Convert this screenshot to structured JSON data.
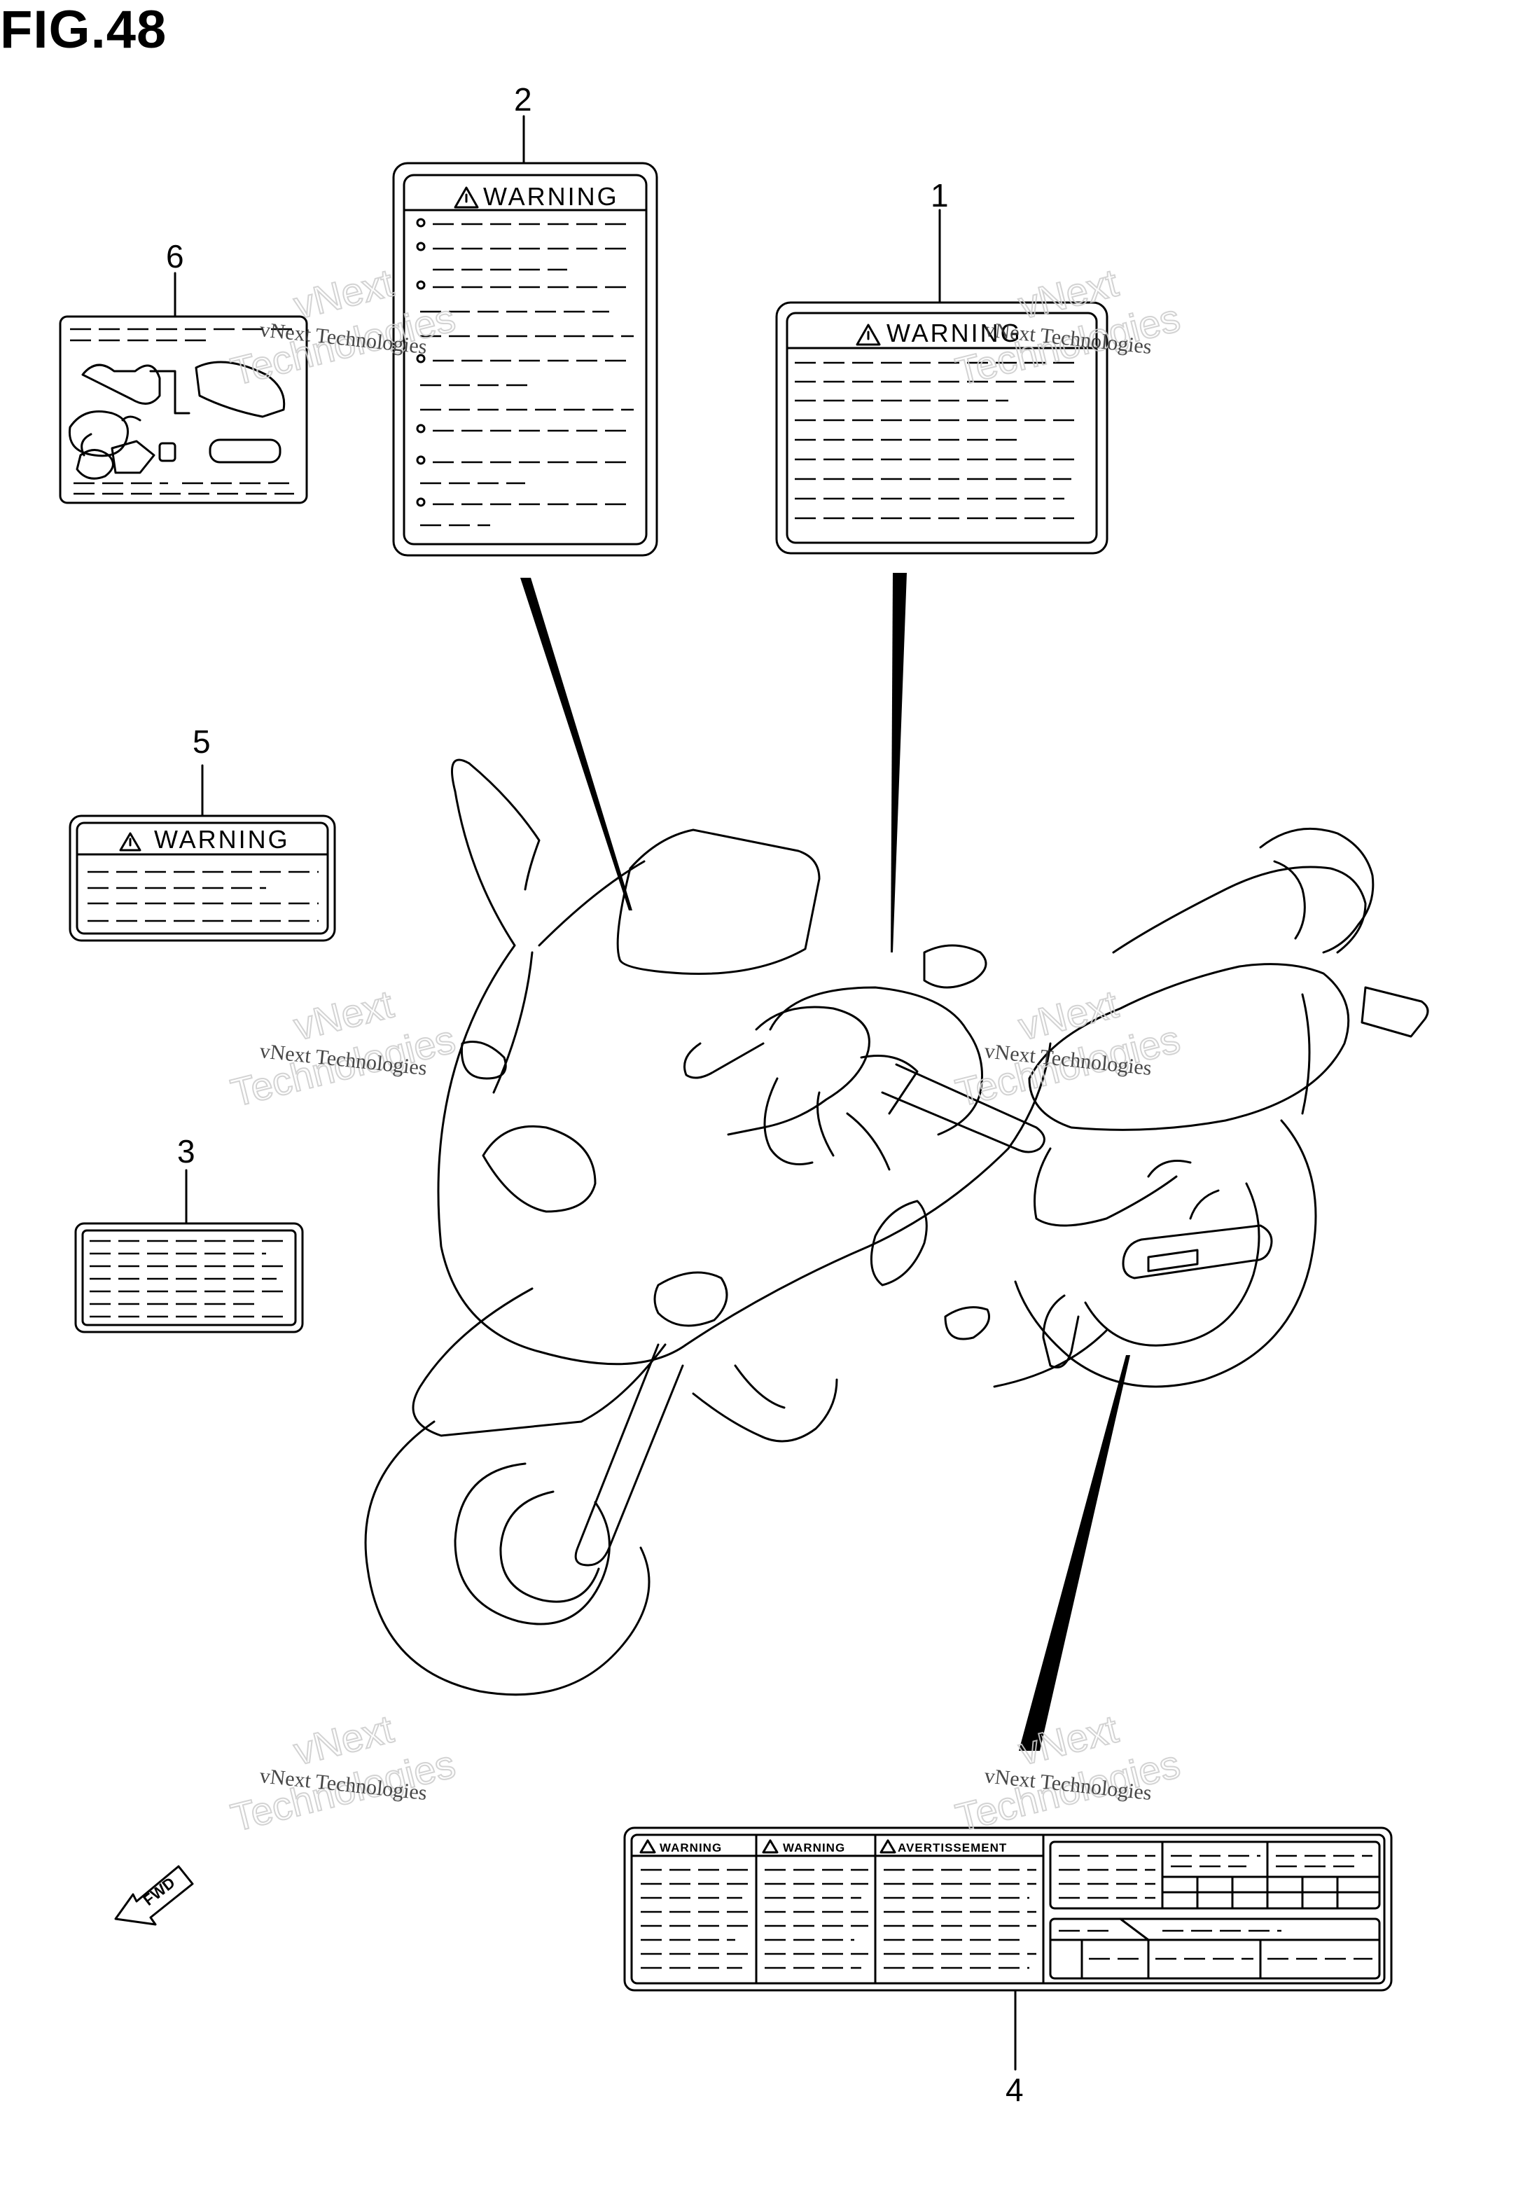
{
  "figure": {
    "title": "FIG.48"
  },
  "callouts": [
    "1",
    "2",
    "3",
    "4",
    "5",
    "6"
  ],
  "labels": {
    "warning": "WARNING",
    "warning_small": "WARNING",
    "avertissement": "AVERTISSEMENT"
  },
  "direction_marker": {
    "text": "FWD",
    "icon": "forward-arrow-icon"
  },
  "watermark": {
    "line1": "vNext Technologies",
    "line2": "vNext",
    "line3": "Technologies"
  },
  "colors": {
    "ink": "#000000",
    "watermark_outline": "#cfcfcf",
    "background": "#ffffff"
  }
}
